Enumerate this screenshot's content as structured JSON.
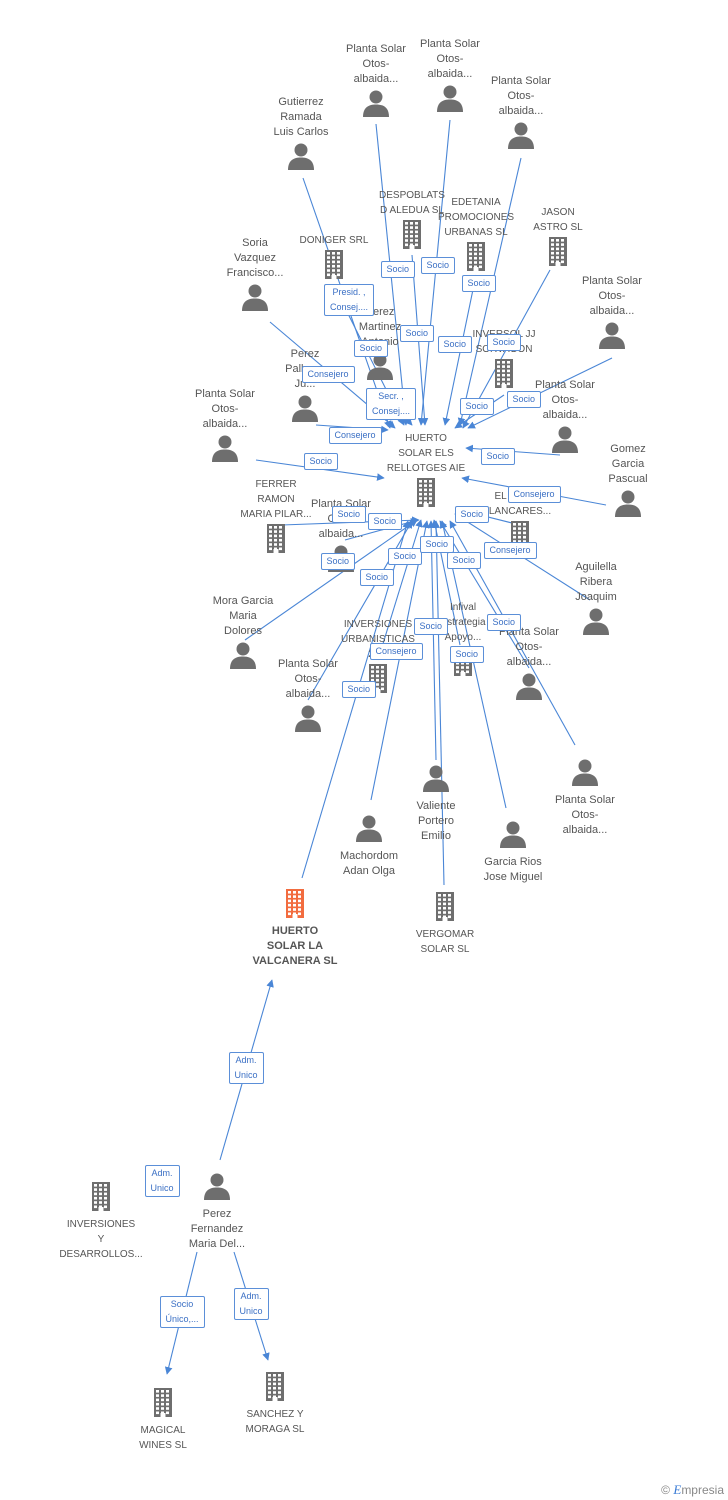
{
  "colors": {
    "edge": "#4a86d6",
    "person": "#6e6e6e",
    "company": "#6e6e6e",
    "focus": "#f26c3f",
    "label_border": "#5b8fd8"
  },
  "nodes": [
    {
      "id": "ps1",
      "type": "person",
      "lines": [
        "Planta Solar",
        "Otos-",
        "albaida..."
      ]
    },
    {
      "id": "ps2",
      "type": "person",
      "lines": [
        "Planta Solar",
        "Otos-",
        "albaida..."
      ]
    },
    {
      "id": "ps3",
      "type": "person",
      "lines": [
        "Planta Solar",
        "Otos-",
        "albaida..."
      ]
    },
    {
      "id": "grlc",
      "type": "person",
      "lines": [
        "Gutierrez",
        "Ramada",
        "Luis Carlos"
      ]
    },
    {
      "id": "desp",
      "type": "company",
      "lines": [
        "DESPOBLATS",
        "D ALEDUA  SL"
      ]
    },
    {
      "id": "edet",
      "type": "company",
      "lines": [
        "EDETANIA",
        "PROMOCIONES",
        "URBANAS SL"
      ]
    },
    {
      "id": "jason",
      "type": "company",
      "lines": [
        "JASON",
        "ASTRO  SL"
      ]
    },
    {
      "id": "doniger",
      "type": "company",
      "lines": [
        "DONIGER SRL"
      ]
    },
    {
      "id": "svf",
      "type": "person",
      "lines": [
        "Soria",
        "Vazquez",
        "Francisco..."
      ]
    },
    {
      "id": "ps4",
      "type": "person",
      "lines": [
        "Planta Solar",
        "Otos-",
        "albaida..."
      ]
    },
    {
      "id": "pma",
      "type": "person",
      "lines": [
        "Perez",
        "Martinez",
        "Antonio"
      ]
    },
    {
      "id": "inversol",
      "type": "company",
      "lines": [
        "INVERSOL JJ",
        "SORVAGON"
      ]
    },
    {
      "id": "ppj",
      "type": "person",
      "lines": [
        "Perez",
        "Pallares",
        "Ju..."
      ]
    },
    {
      "id": "ps5",
      "type": "person",
      "lines": [
        "Planta Solar",
        "Otos-",
        "albaida..."
      ]
    },
    {
      "id": "ps6",
      "type": "person",
      "lines": [
        "Planta Solar",
        "Otos-",
        "albaida..."
      ]
    },
    {
      "id": "hsr",
      "type": "company",
      "lines": [
        "HUERTO",
        "SOLAR ELS",
        "RELLOTGES AIE"
      ]
    },
    {
      "id": "ggp",
      "type": "person",
      "lines": [
        "Gomez",
        "Garcia",
        "Pascual"
      ]
    },
    {
      "id": "frmp",
      "type": "company",
      "lines": [
        "FERRER",
        "RAMON",
        "MARIA PILAR..."
      ]
    },
    {
      "id": "ps7",
      "type": "person",
      "lines": [
        "Planta Solar",
        "Otos-",
        "albaida..."
      ]
    },
    {
      "id": "elsol",
      "type": "company",
      "lines": [
        "EL SOL DE",
        "LANCARES..."
      ]
    },
    {
      "id": "arj",
      "type": "person",
      "lines": [
        "Aguilella",
        "Ribera",
        "Joaquim"
      ]
    },
    {
      "id": "mgmd",
      "type": "person",
      "lines": [
        "Mora Garcia",
        "Maria",
        "Dolores"
      ]
    },
    {
      "id": "inv_urb",
      "type": "company",
      "lines": [
        "INVERSIONES",
        "URBANISTICAS",
        "20..."
      ]
    },
    {
      "id": "infival",
      "type": "company",
      "lines": [
        "Infival",
        "Estrategia",
        "Apoyo..."
      ]
    },
    {
      "id": "ps8",
      "type": "person",
      "lines": [
        "Planta Solar",
        "Otos-",
        "albaida..."
      ]
    },
    {
      "id": "ps9",
      "type": "person",
      "lines": [
        "Planta Solar",
        "Otos-",
        "albaida..."
      ]
    },
    {
      "id": "ps10",
      "type": "person",
      "lines": [
        "Planta Solar",
        "Otos-",
        "albaida..."
      ]
    },
    {
      "id": "vpe",
      "type": "person",
      "lines": [
        "Valiente",
        "Portero",
        "Emilio"
      ]
    },
    {
      "id": "mao",
      "type": "person",
      "lines": [
        "Machordom",
        "Adan Olga"
      ]
    },
    {
      "id": "grjm",
      "type": "person",
      "lines": [
        "Garcia Rios",
        "Jose Miguel"
      ]
    },
    {
      "id": "hsv",
      "type": "focus",
      "lines": [
        "HUERTO",
        "SOLAR LA",
        "VALCANERA SL"
      ]
    },
    {
      "id": "vergomar",
      "type": "company",
      "lines": [
        "VERGOMAR",
        "SOLAR  SL"
      ]
    },
    {
      "id": "invdes",
      "type": "company",
      "lines": [
        "INVERSIONES",
        "Y",
        "DESARROLLOS..."
      ]
    },
    {
      "id": "pfmd",
      "type": "person",
      "lines": [
        "Perez",
        "Fernandez",
        "Maria Del..."
      ]
    },
    {
      "id": "magical",
      "type": "company",
      "lines": [
        "MAGICAL",
        "WINES SL"
      ]
    },
    {
      "id": "sanchez",
      "type": "company",
      "lines": [
        "SANCHEZ Y",
        "MORAGA SL"
      ]
    }
  ],
  "relations": [
    {
      "lines": [
        "Socio"
      ]
    },
    {
      "lines": [
        "Socio"
      ]
    },
    {
      "lines": [
        "Socio"
      ]
    },
    {
      "lines": [
        "Presid. ,",
        "Consej...."
      ]
    },
    {
      "lines": [
        "Socio"
      ]
    },
    {
      "lines": [
        "Socio"
      ]
    },
    {
      "lines": [
        "Socio"
      ]
    },
    {
      "lines": [
        "Socio"
      ]
    },
    {
      "lines": [
        "Consejero"
      ]
    },
    {
      "lines": [
        "Secr. ,",
        "Consej...."
      ]
    },
    {
      "lines": [
        "Socio"
      ]
    },
    {
      "lines": [
        "Socio"
      ]
    },
    {
      "lines": [
        "Consejero"
      ]
    },
    {
      "lines": [
        "Socio"
      ]
    },
    {
      "lines": [
        "Socio"
      ]
    },
    {
      "lines": [
        "Consejero"
      ]
    },
    {
      "lines": [
        "Socio"
      ]
    },
    {
      "lines": [
        "Socio"
      ]
    },
    {
      "lines": [
        "Socio"
      ]
    },
    {
      "lines": [
        "Socio"
      ]
    },
    {
      "lines": [
        "Socio"
      ]
    },
    {
      "lines": [
        "Consejero"
      ]
    },
    {
      "lines": [
        "Socio"
      ]
    },
    {
      "lines": [
        "Socio"
      ]
    },
    {
      "lines": [
        "Socio"
      ]
    },
    {
      "lines": [
        "Socio"
      ]
    },
    {
      "lines": [
        "Consejero"
      ]
    },
    {
      "lines": [
        "Socio"
      ]
    },
    {
      "lines": [
        "Socio"
      ]
    },
    {
      "lines": [
        "Socio"
      ]
    },
    {
      "lines": [
        "Adm.",
        "Unico"
      ]
    },
    {
      "lines": [
        "Adm.",
        "Unico"
      ]
    },
    {
      "lines": [
        "Socio",
        "Único,..."
      ]
    },
    {
      "lines": [
        "Adm.",
        "Unico"
      ]
    }
  ],
  "brand": {
    "copyright": "©",
    "name": "mpresia",
    "initial": "E"
  }
}
